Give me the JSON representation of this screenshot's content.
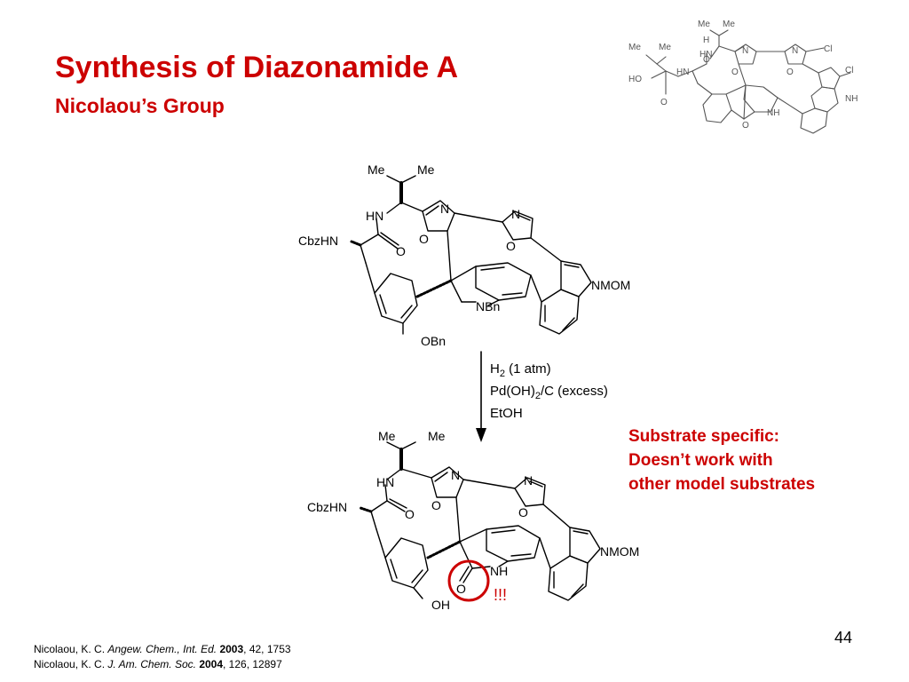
{
  "slide": {
    "title": "Synthesis of Diazonamide A",
    "subtitle": "Nicolaou’s Group",
    "page_number": "44"
  },
  "reaction": {
    "reagent_line1_prefix": "H",
    "reagent_line1_sub": "2",
    "reagent_line1_suffix": " (1 atm)",
    "reagent_line2_prefix": "Pd(OH)",
    "reagent_line2_sub": "2",
    "reagent_line2_suffix": "/C (excess)",
    "reagent_line3": "EtOH"
  },
  "note": {
    "line1": "Substrate specific:",
    "line2": "Doesn’t work with",
    "line3": "other model substrates"
  },
  "highlight": {
    "exclamation": "!!!",
    "color": "#cc0000"
  },
  "labels": {
    "me": "Me",
    "hn": "HN",
    "n": "N",
    "o": "O",
    "cbzhn": "CbzHN",
    "nmom": "NMOM",
    "nbn": "NBn",
    "obn": "OBn",
    "oh": "OH",
    "nh": "NH",
    "cl": "Cl",
    "ho": "HO",
    "h": "H"
  },
  "references": [
    {
      "authors": "Nicolaou, K. C. ",
      "journal": "Angew. Chem., Int. Ed.",
      "year": "2003",
      "rest": ", 42, 1753"
    },
    {
      "authors": "Nicolaou, K. C. ",
      "journal": "J. Am. Chem. Soc.",
      "year": "2004",
      "rest": ", 126, 12897"
    }
  ],
  "colors": {
    "accent": "#cc0000",
    "text": "#000000",
    "structure_gray": "#555555"
  }
}
